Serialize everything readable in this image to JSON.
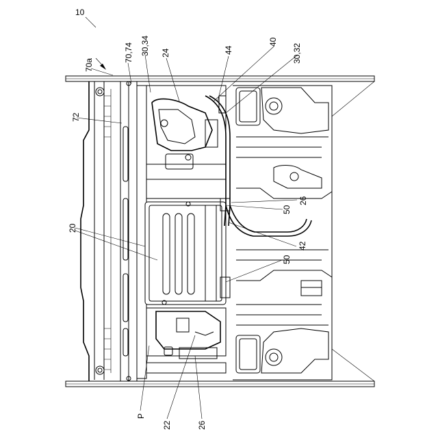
{
  "figure": {
    "labels": {
      "ref_10": "10",
      "ref_70a": "70a",
      "ref_70_74": "70,74",
      "ref_30_34": "30,34",
      "ref_24": "24",
      "ref_44": "44",
      "ref_40": "40",
      "ref_30_32": "30,32",
      "ref_72": "72",
      "ref_26_right": "26",
      "ref_50_upper": "50",
      "ref_20": "20",
      "ref_42": "42",
      "ref_50_lower": "50",
      "ref_P": "P",
      "ref_22": "22",
      "ref_26_bottom": "26"
    }
  }
}
